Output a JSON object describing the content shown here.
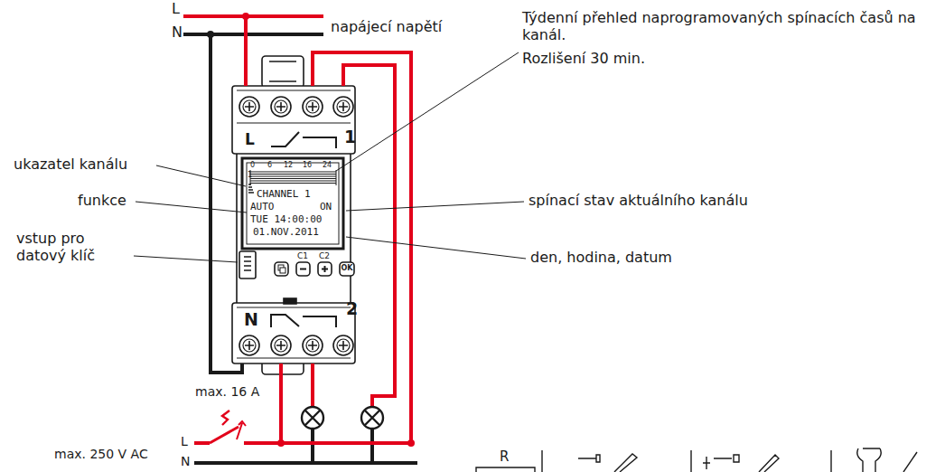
{
  "diagram": {
    "nodes": [
      {
        "text": [
          "L",
          "1",
          "N",
          "2"
        ]
      },
      {
        "text": [
          "0",
          "6",
          "12",
          "16",
          "24",
          "1",
          "CHANNEL 1",
          "AUTO",
          "ON",
          "TUE 14:00:00",
          "01.NOV.2011"
        ],
        "in": 0
      }
    ],
    "labels": [
      "L",
      "N",
      "napájecí napětí",
      "ukazatel kanálu",
      "funkce",
      "vstup pro datový klíč",
      "Týdenní přehled naprogramovaných spínacích časů na kanál.",
      "Rozlišení 30 min.",
      "spínací stav aktuálního kanálu",
      "den, hodina, datum",
      "C1",
      "C2",
      "OK",
      "max. 16 A",
      "L",
      "N",
      "max. 250 V AC",
      "R"
    ]
  }
}
